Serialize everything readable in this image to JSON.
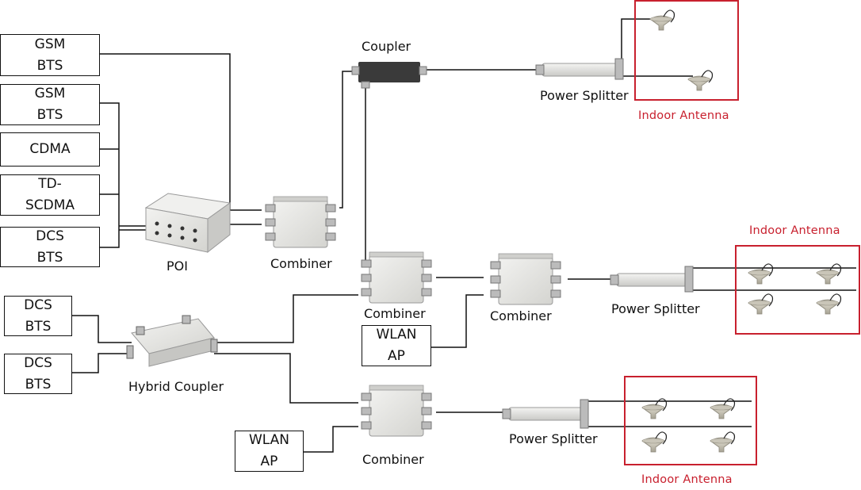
{
  "colors": {
    "line": "#111111",
    "accent": "#c8202e",
    "device": "#e6e6e4",
    "device_dark": "#3a3a3a"
  },
  "sources": {
    "gsm_bts_1": "GSM\nBTS",
    "gsm_bts_2": "GSM\nBTS",
    "cdma": "CDMA",
    "td_scdma": "TD-\nSCDMA",
    "dcs_bts_1": "DCS\nBTS",
    "dcs_bts_2": "DCS\nBTS",
    "dcs_bts_3": "DCS\nBTS"
  },
  "wlan": {
    "ap_1": "WLAN\nAP",
    "ap_2": "WLAN\nAP"
  },
  "labels": {
    "poi": "POI",
    "combiner_1": "Combiner",
    "combiner_2": "Combiner",
    "combiner_3": "Combiner",
    "combiner_4": "Combiner",
    "coupler": "Coupler",
    "hybrid_coupler": "Hybrid Coupler",
    "power_splitter_1": "Power Splitter",
    "power_splitter_2": "Power Splitter",
    "power_splitter_3": "Power Splitter",
    "indoor_antenna_1": "Indoor Antenna",
    "indoor_antenna_2": "Indoor Antenna",
    "indoor_antenna_3": "Indoor Antenna"
  }
}
